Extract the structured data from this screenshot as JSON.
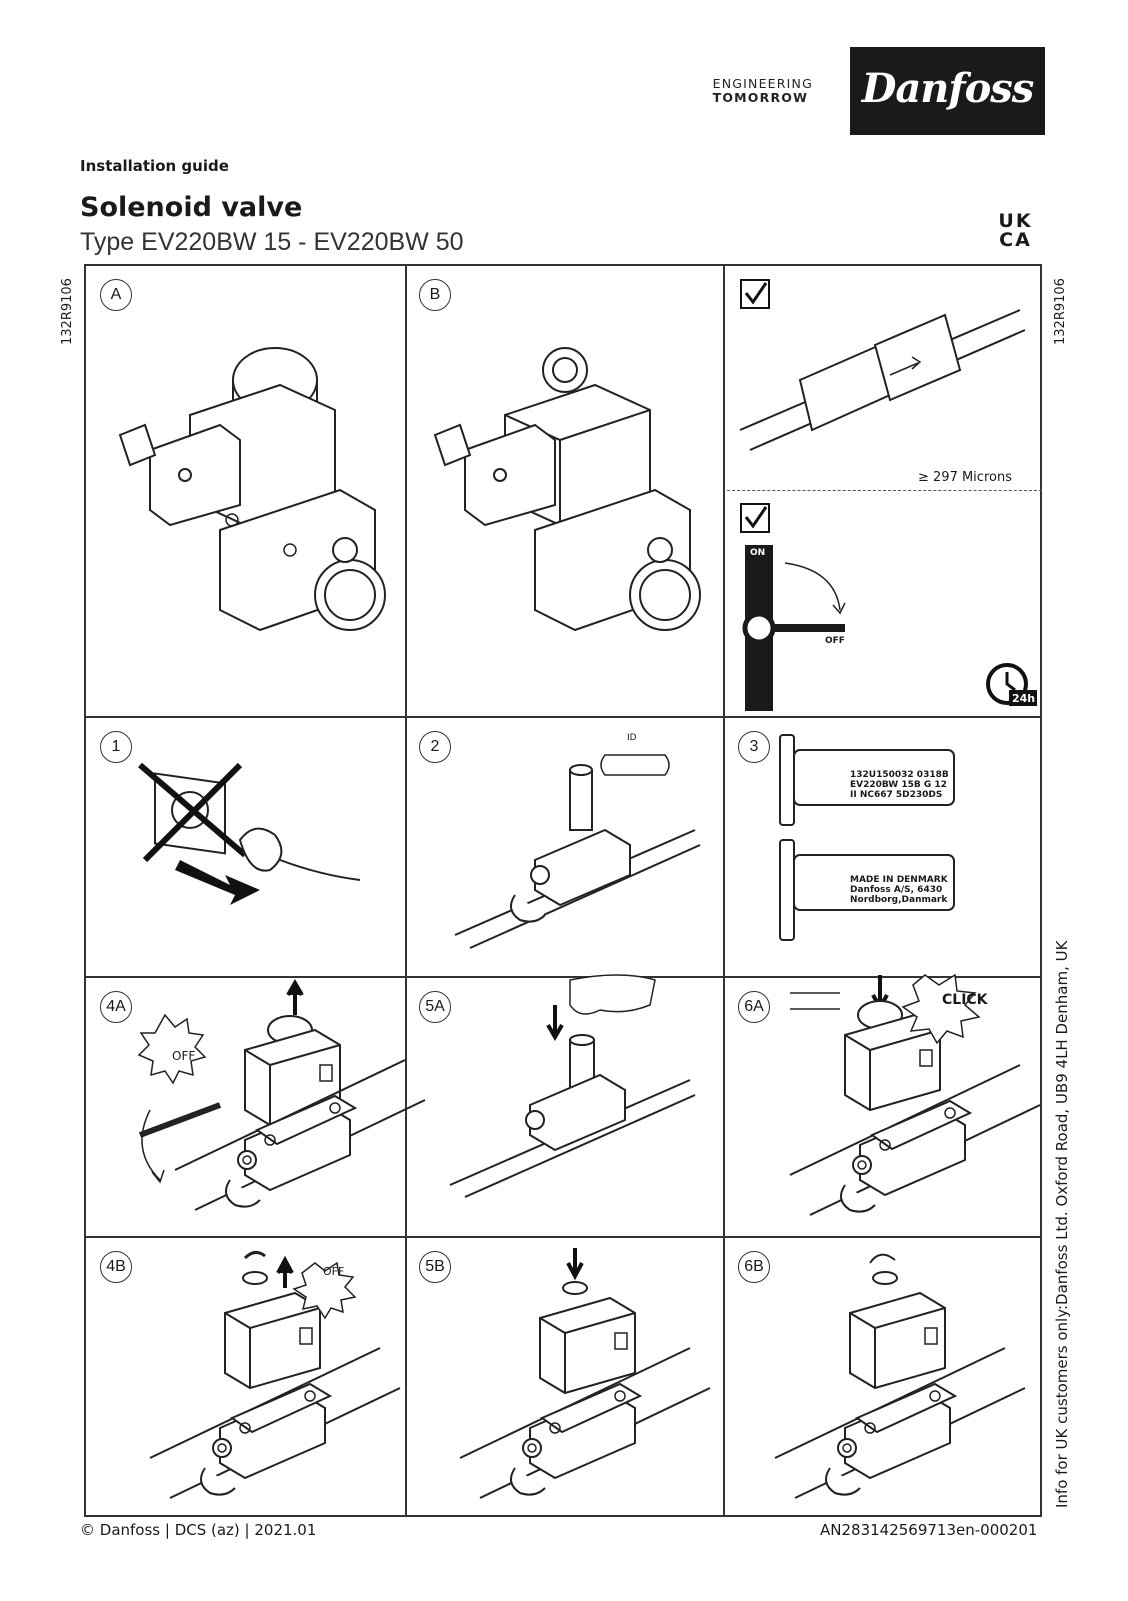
{
  "header": {
    "slogan_line1": "ENGINEERING",
    "slogan_line2": "TOMORROW",
    "brand": "Danfoss",
    "doc_type": "Installation guide",
    "title": "Solenoid valve",
    "subtitle": "Type EV220BW 15 - EV220BW 50",
    "ukca_line1": "UK",
    "ukca_line2": "CA"
  },
  "side": {
    "code_left": "132R9106",
    "code_right": "132R9106",
    "info": "Info for UK customers only:Danfoss Ltd. Oxford Road, UB9 4LH Denham, UK"
  },
  "panels": {
    "a": "A",
    "b": "B",
    "filter_note": "≥ 297 Microns",
    "switch_on": "ON",
    "switch_off": "OFF",
    "clock_label": "24h",
    "p1": "1",
    "p2": "2",
    "p2_id": "ID",
    "p3": "3",
    "p3_label_top_1": "132U150032  0318B",
    "p3_label_top_2": "EV220BW 15B G 12",
    "p3_label_top_3": "II NC667 5D230DS",
    "p3_label_bot_1": "MADE IN DENMARK",
    "p3_label_bot_2": "Danfoss A/S, 6430",
    "p3_label_bot_3": "Nordborg,Danmark",
    "p4a": "4A",
    "p4a_off": "OFF",
    "p5a": "5A",
    "p6a": "6A",
    "p6a_click": "CLICK",
    "p4b": "4B",
    "p4b_off": "OFF",
    "p5b": "5B",
    "p6b": "6B"
  },
  "footer": {
    "left": "© Danfoss | DCS (az) | 2021.01",
    "right": "AN283142569713en-000201"
  }
}
